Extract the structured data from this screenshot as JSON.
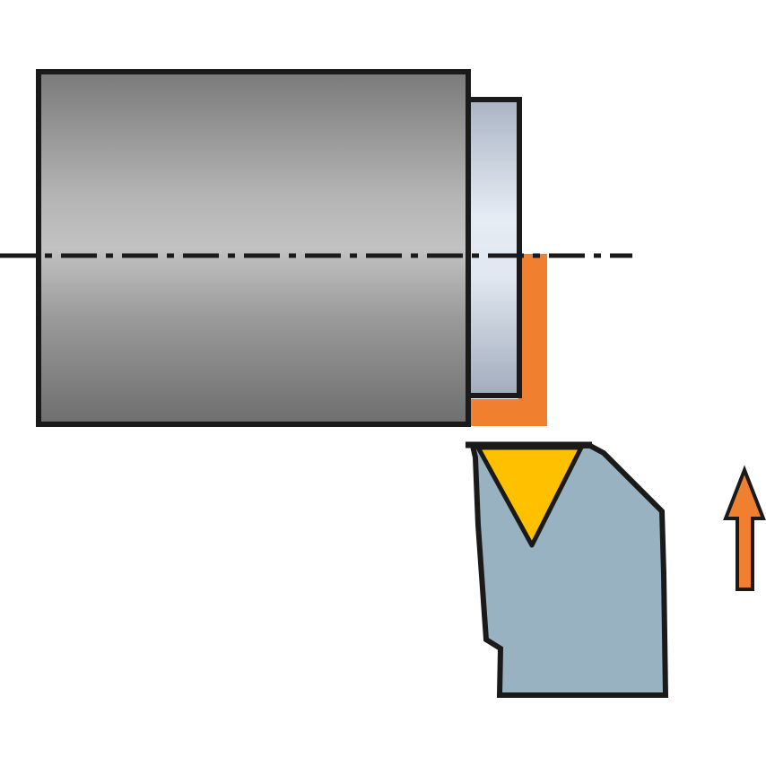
{
  "diagram": {
    "colors": {
      "workpiece": "#8a8a8a",
      "workpiece_highlight": "#c4c4c4",
      "shoulder": "#c8d3e3",
      "removed_material": "#f08030",
      "insert": "#ffc000",
      "tool_holder": "#98b2c2",
      "feed_arrow": "#f08030",
      "outline": "#1a1a1a"
    },
    "elements": [
      "workpiece",
      "shoulder",
      "removed-material",
      "centerline",
      "cutting-insert",
      "tool-holder",
      "feed-direction-arrow"
    ],
    "feed_direction": "up"
  }
}
